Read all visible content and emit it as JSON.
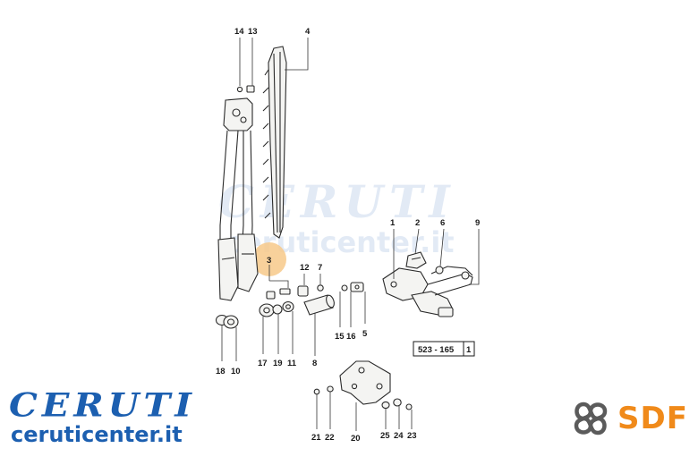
{
  "callouts": {
    "c1": "1",
    "c2": "2",
    "c3": "3",
    "c4": "4",
    "c5": "5",
    "c6": "6",
    "c7": "7",
    "c8": "8",
    "c9": "9",
    "c10": "10",
    "c11": "11",
    "c12": "12",
    "c13": "13",
    "c14": "14",
    "c15": "15",
    "c16": "16",
    "c17": "17",
    "c18": "18",
    "c19": "19",
    "c20": "20",
    "c21": "21",
    "c22": "22",
    "c23": "23",
    "c24": "24",
    "c25": "25"
  },
  "reference_box": {
    "code": "523 - 165",
    "sheet": "1"
  },
  "watermark": {
    "word": "CERUTI",
    "site": "ceruticenter.it"
  },
  "brand_left": {
    "logo_word": "CERUTI",
    "site": "ceruticenter.it"
  },
  "brand_right": {
    "name": "SDF",
    "icon": "sdf-knot-logo-icon"
  },
  "colors": {
    "brand_blue": "#1c5fb0",
    "sdf_orange": "#f08a1a",
    "highlight_marker": "#f7c98a"
  }
}
